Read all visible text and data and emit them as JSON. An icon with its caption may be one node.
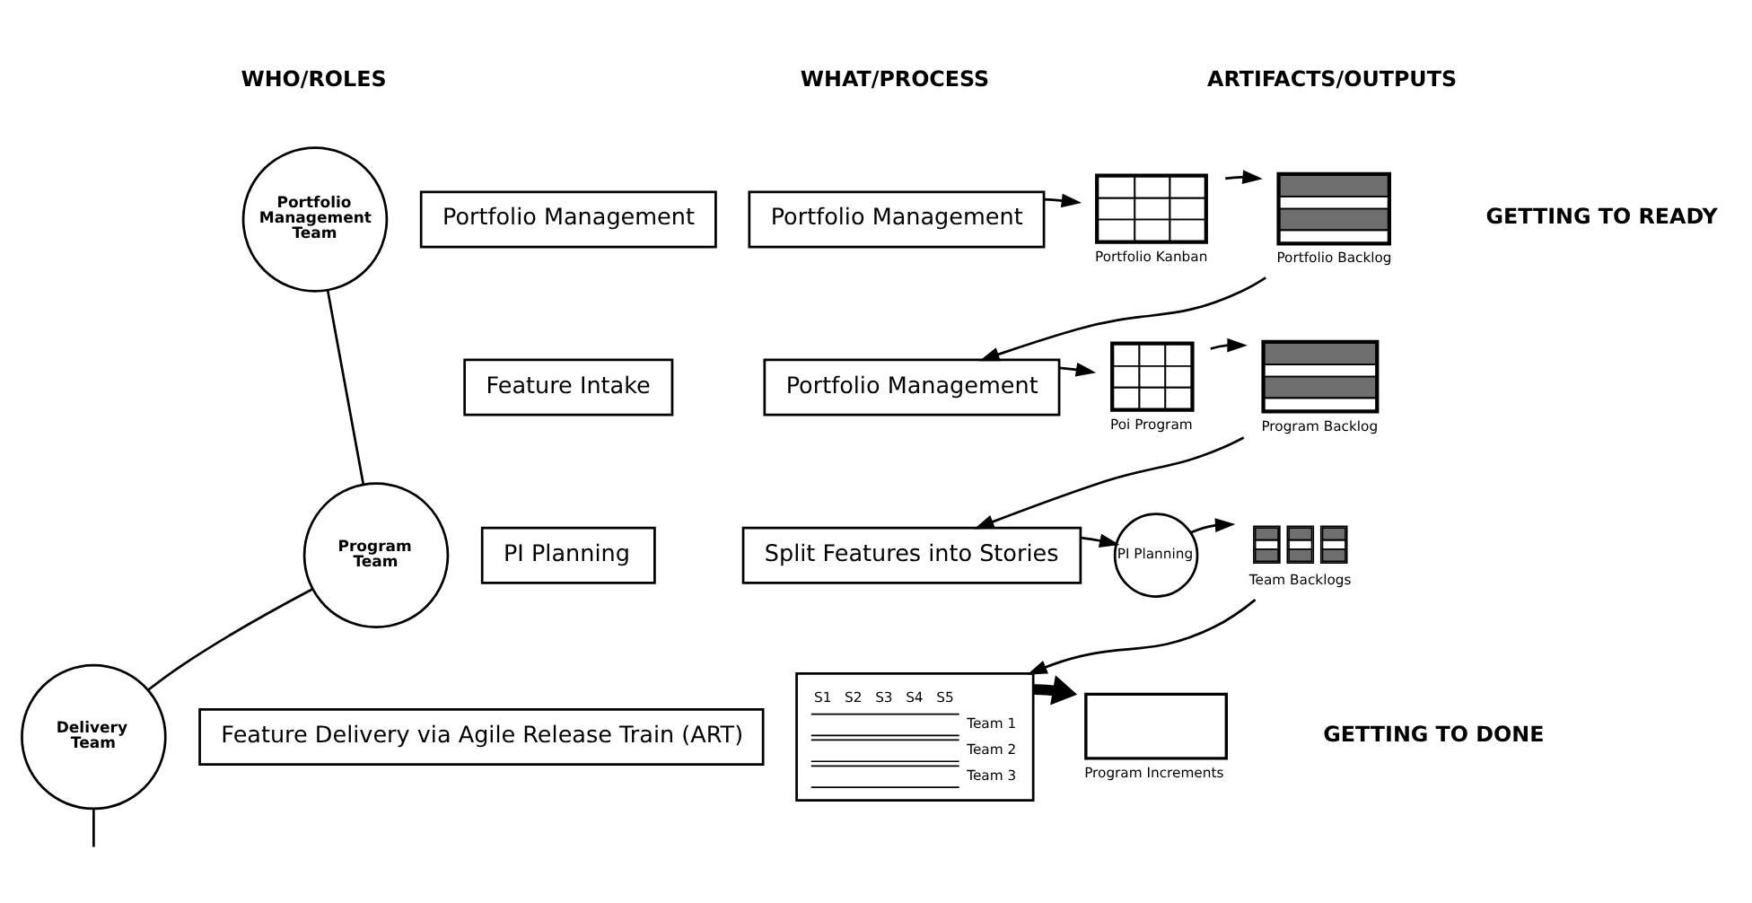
{
  "diagram": {
    "nodes": [
      {
        "text": [
          "Portfolio Management Team"
        ]
      },
      {
        "text": [
          "Portfolio Management"
        ]
      },
      {
        "text": [
          "Portfolio Management"
        ]
      },
      {
        "text": [],
        "shape": "picture",
        "beside": [
          "Portfolio Kanban"
        ]
      },
      {
        "text": [],
        "shape": "picture",
        "beside": [
          "Portfolio Backlog"
        ]
      },
      {
        "text": [
          "Program Team"
        ]
      },
      {
        "text": [
          "Feature Intake"
        ]
      },
      {
        "text": [
          "Portfolio Management"
        ]
      },
      {
        "text": [],
        "shape": "picture",
        "beside": [
          "Poi Program"
        ]
      },
      {
        "text": [],
        "shape": "picture",
        "beside": [
          "Program Backlog"
        ]
      },
      {
        "text": [
          "PI Planning"
        ]
      },
      {
        "text": [
          "Split Features into Stories"
        ]
      },
      {
        "text": [
          "PI Planning"
        ]
      },
      {
        "text": [],
        "shape": "picture",
        "beside": [
          "Team Backlogs"
        ]
      },
      {
        "text": [
          "Delivery Team"
        ]
      },
      {
        "text": [
          "Feature Delivery via Agile Release Train (ART)"
        ]
      },
      {
        "text": [
          "S1",
          "S2",
          "S3",
          "S4",
          "S5",
          "Team 1",
          "Team 2",
          "Team 3"
        ]
      },
      {
        "text": [],
        "shape": "box",
        "beside": [
          "Program Increments"
        ]
      }
    ],
    "edges": [
      {
        "from": 0,
        "to": 5,
        "arrow": "none"
      },
      {
        "from": 5,
        "to": 14,
        "arrow": "none"
      },
      {
        "from": 14,
        "to": null,
        "arrow": "none"
      },
      {
        "from": 2,
        "to": 3,
        "arrow": "to"
      },
      {
        "from": 3,
        "to": 4,
        "arrow": "to"
      },
      {
        "from": 4,
        "to": 7,
        "arrow": "to"
      },
      {
        "from": 7,
        "to": 8,
        "arrow": "to"
      },
      {
        "from": 8,
        "to": 9,
        "arrow": "to"
      },
      {
        "from": 9,
        "to": 11,
        "arrow": "to"
      },
      {
        "from": 11,
        "to": 12,
        "arrow": "to"
      },
      {
        "from": 12,
        "to": 13,
        "arrow": "to"
      },
      {
        "from": 13,
        "to": 16,
        "arrow": "to"
      },
      {
        "from": 16,
        "to": 17,
        "arrow": "to",
        "style": "thick"
      }
    ],
    "labels": [
      "WHO/ROLES",
      "WHAT/PROCESS",
      "ARTIFACTS/OUTPUTS",
      "GETTING TO READY",
      "GETTING TO DONE"
    ]
  }
}
